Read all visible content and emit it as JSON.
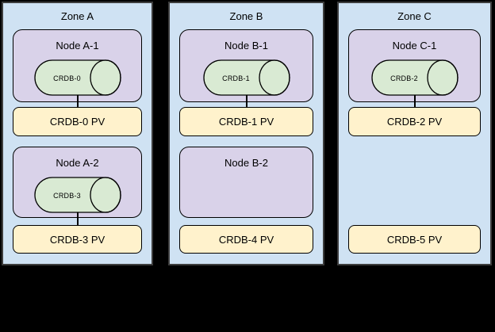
{
  "colors": {
    "background": "#000000",
    "zone_fill": "#cfe2f3",
    "zone_border": "#3d3d3d",
    "node_fill": "#d9d2e9",
    "pod_fill": "#d9ead3",
    "pv_fill": "#fff2cc",
    "shape_border": "#000000"
  },
  "zones": [
    {
      "title": "Zone A",
      "nodes": [
        {
          "title": "Node A-1",
          "pod_label": "CRDB-0"
        },
        {
          "title": "Node A-2",
          "pod_label": "CRDB-3"
        }
      ],
      "pvs": [
        {
          "label": "CRDB-0 PV"
        },
        {
          "label": "CRDB-3 PV"
        }
      ]
    },
    {
      "title": "Zone B",
      "nodes": [
        {
          "title": "Node B-1",
          "pod_label": "CRDB-1"
        },
        {
          "title": "Node B-2",
          "pod_label": null
        }
      ],
      "pvs": [
        {
          "label": "CRDB-1 PV"
        },
        {
          "label": "CRDB-4 PV"
        }
      ]
    },
    {
      "title": "Zone C",
      "nodes": [
        {
          "title": "Node C-1",
          "pod_label": "CRDB-2"
        }
      ],
      "pvs": [
        {
          "label": "CRDB-2 PV"
        },
        {
          "label": "CRDB-5 PV"
        }
      ]
    }
  ]
}
